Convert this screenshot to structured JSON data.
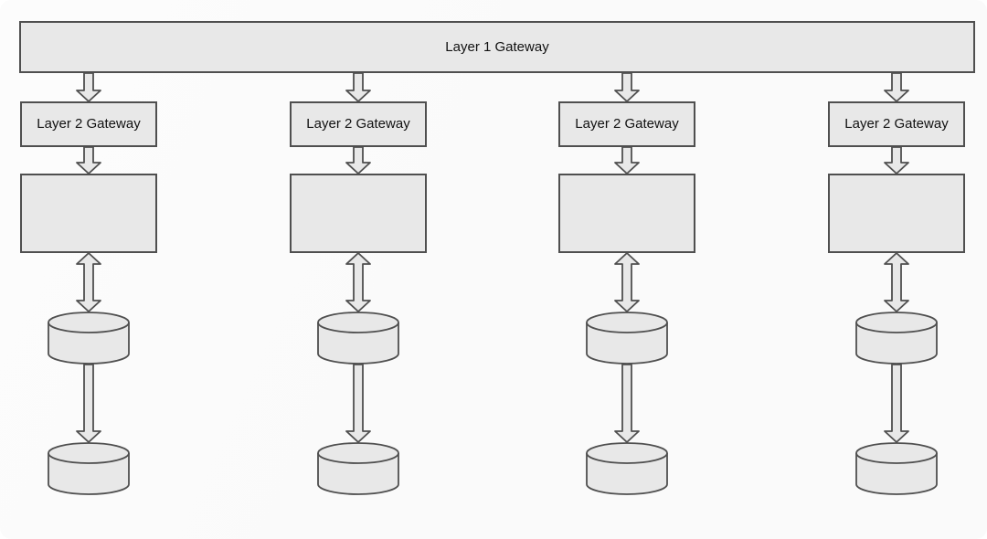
{
  "diagram": {
    "layer1": {
      "label": "Layer 1 Gateway"
    },
    "columns": [
      {
        "gateway_label": "Layer 2 Gateway"
      },
      {
        "gateway_label": "Layer 2 Gateway"
      },
      {
        "gateway_label": "Layer 2 Gateway"
      },
      {
        "gateway_label": "Layer 2 Gateway"
      }
    ],
    "colors": {
      "background": "#fafafa",
      "node_fill": "#e8e8e8",
      "node_border": "#4f4f4f",
      "text": "#111111"
    }
  }
}
